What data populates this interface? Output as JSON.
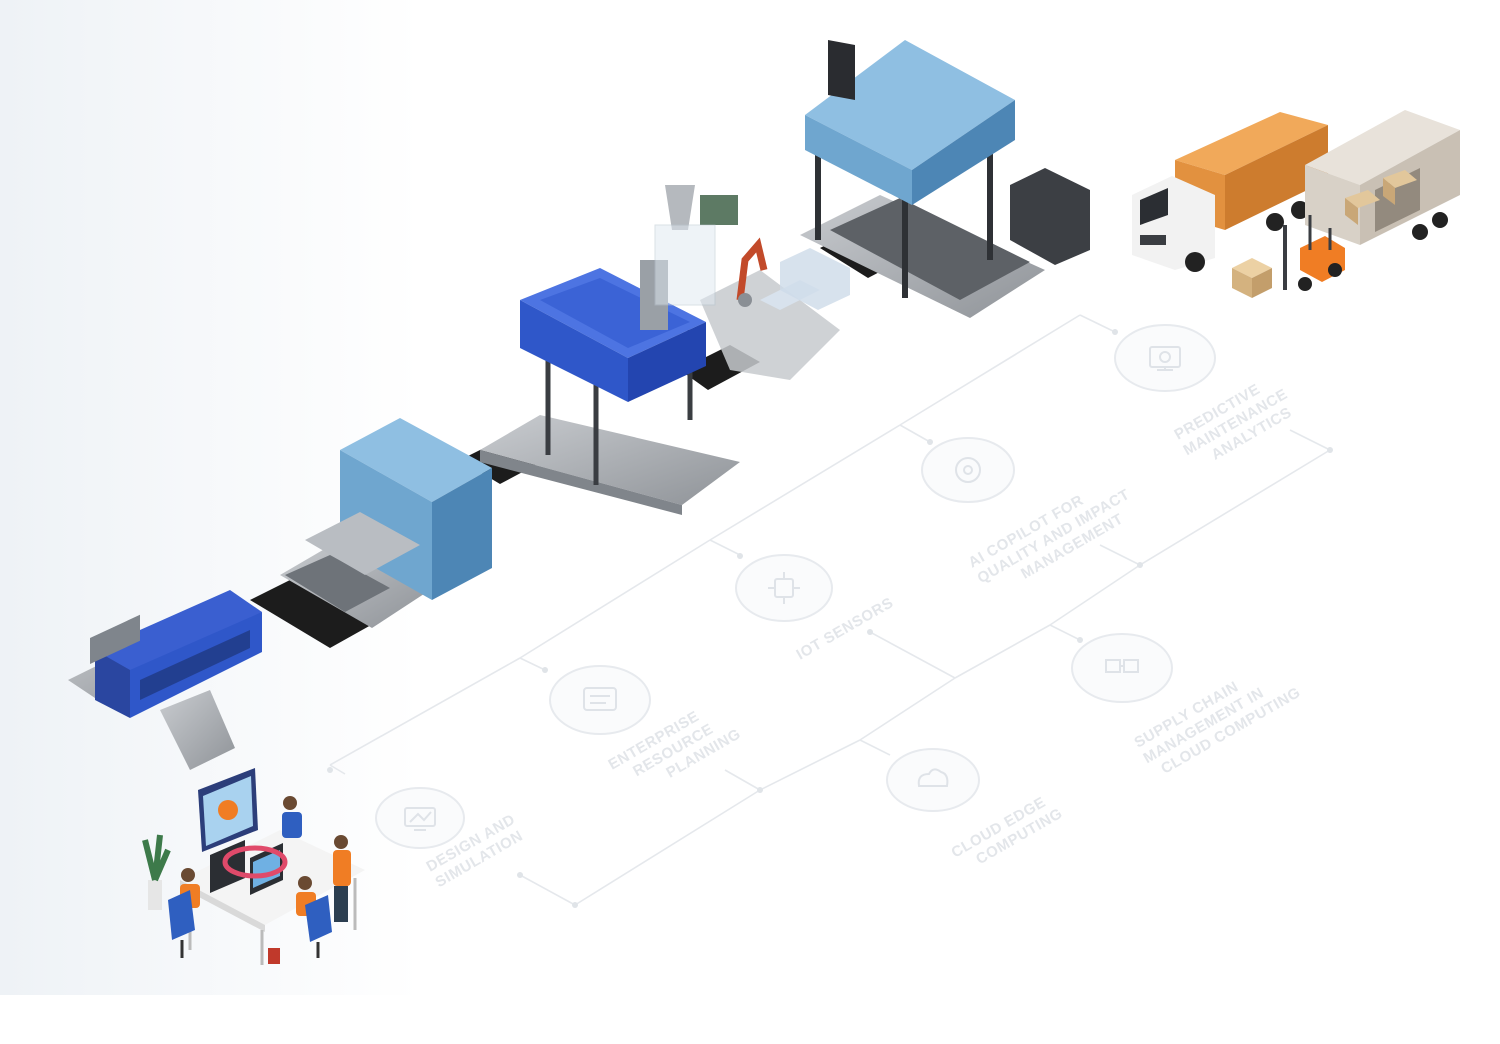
{
  "diagram": {
    "nodes": [
      {
        "id": "design",
        "icon": "design-simulation-icon",
        "lines": [
          "DESIGN AND",
          "SIMULATION"
        ]
      },
      {
        "id": "erp",
        "icon": "erp-icon",
        "lines": [
          "ENTERPRISE",
          "RESOURCE",
          "PLANNING"
        ]
      },
      {
        "id": "iot",
        "icon": "iot-sensors-icon",
        "lines": [
          "IOT SENSORS"
        ]
      },
      {
        "id": "copilot",
        "icon": "ai-copilot-icon",
        "lines": [
          "AI COPILOT FOR",
          "QUALITY AND IMPACT",
          "MANAGEMENT"
        ]
      },
      {
        "id": "maintenance",
        "icon": "predictive-maintenance-icon",
        "lines": [
          "PREDICTIVE",
          "MAINTENANCE",
          "ANALYTICS"
        ]
      },
      {
        "id": "cloud",
        "icon": "cloud-edge-icon",
        "lines": [
          "CLOUD EDGE",
          "COMPUTING"
        ]
      },
      {
        "id": "supply",
        "icon": "supply-chain-icon",
        "lines": [
          "SUPPLY CHAIN",
          "MANAGEMENT IN",
          "CLOUD COMPUTING"
        ]
      }
    ]
  },
  "illustrations": {
    "start": "design-office-team",
    "stages": [
      "robotic-loader",
      "curing-oven",
      "hydraulic-press",
      "robot-arm-cell",
      "large-press"
    ],
    "end": "logistics-truck-forklift"
  },
  "colors": {
    "machine_light_blue": "#6fa6cf",
    "machine_royal_blue": "#2f57c9",
    "loader_blue": "#3a5fd0",
    "conveyor_black": "#1c1c1c",
    "steel": "#a9adb2",
    "container_orange": "#e2913f",
    "cab_white": "#f2f2f2",
    "forklift_orange": "#f07d24",
    "label_faint": "#e3e6ea"
  }
}
